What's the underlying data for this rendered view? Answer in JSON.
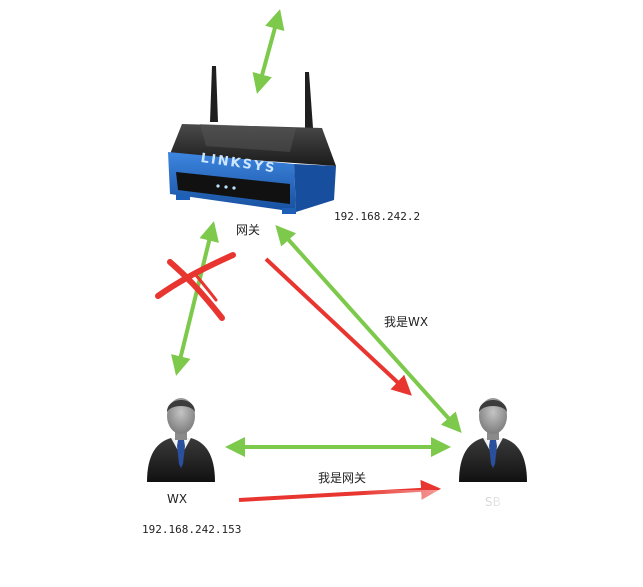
{
  "labels": {
    "gateway_name": "网关",
    "gateway_ip": "192.168.242.2",
    "wx_name": "WX",
    "wx_ip": "192.168.242.153",
    "sb_name": "SB",
    "msg_i_am_wx": "我是WX",
    "msg_i_am_gateway": "我是网关"
  },
  "router": {
    "brand": "LINKSYS"
  },
  "colors": {
    "green_arrow": "#7dc94b",
    "red_arrow": "#e8352f",
    "router_blue": "#1e5fb8",
    "router_black": "#2a2a2a",
    "suit": "#1b1b1b",
    "tie": "#2a4f9c",
    "skin": "#9a9a9a"
  },
  "icons": {
    "router": "router-icon",
    "person": "person-icon",
    "blocked_mark": "red-cross-mark"
  }
}
